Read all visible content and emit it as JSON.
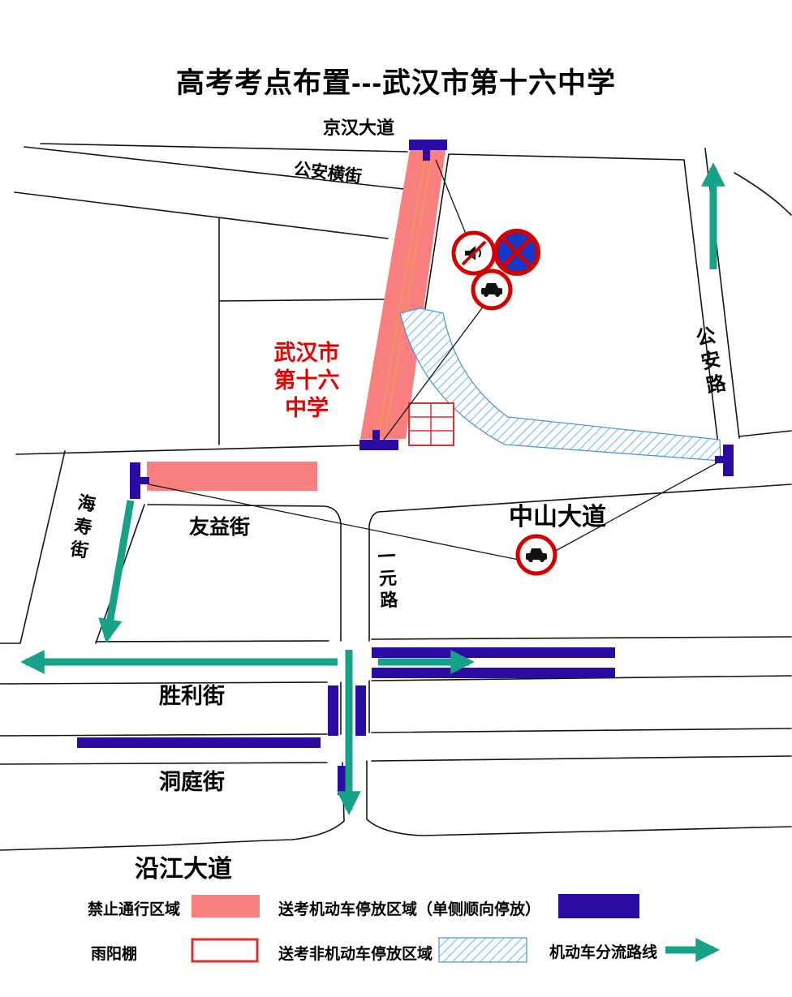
{
  "title": "高考考点布置---武汉市第十六中学",
  "map": {
    "roads": {
      "jinghan": "京汉大道",
      "gonganheng": "公安横街",
      "gonganlu": "公安路",
      "youyi": "友益街",
      "haishou": "海寿街",
      "zhongshan": "中山大道",
      "yiyuan": "一元路",
      "shengli": "胜利街",
      "dongting": "洞庭街",
      "yanjiang": "沿江大道"
    },
    "school": {
      "line1": "武汉市",
      "line2": "第十六",
      "line3": "中学"
    },
    "icons": {
      "no_horn_sign": "prohibition-circle-with-horn",
      "no_stopping_sign": "blue-circle-red-x",
      "no_motor_vehicle_sign": "prohibition-circle-with-car",
      "barrier": "navy-road-closure-bar",
      "diversion_arrow": "teal-arrow"
    }
  },
  "legend": {
    "no_pass_label": "禁止通行区域",
    "motor_parking_label": "送考机动车停放区域（单侧顺向停放）",
    "shelter_label": "雨阳棚",
    "non_motor_parking_label": "送考非机动车停放区域",
    "diversion_label": "机动车分流路线"
  },
  "colors": {
    "closed_area": "#FA8080",
    "motor_parking": "#2B0BA3",
    "non_motor_hatch": "#8CC2EA",
    "diversion_arrow": "#15A287",
    "sign_red": "#D40000",
    "school_text": "#E60000",
    "shelter_outline": "#E03030"
  }
}
